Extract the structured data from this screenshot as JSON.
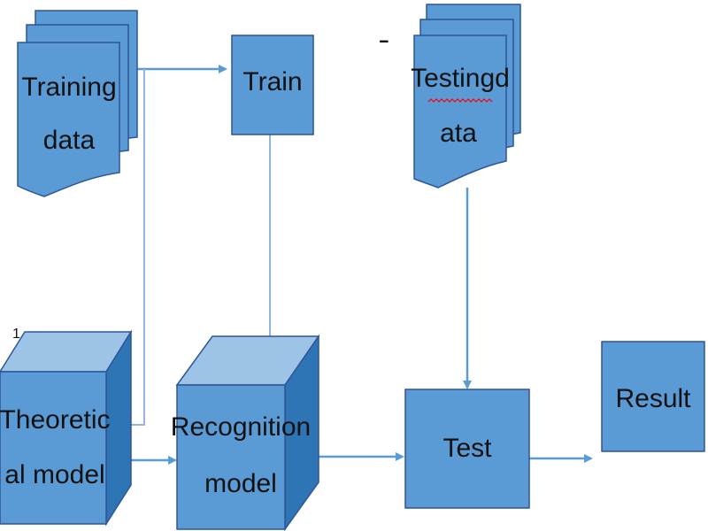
{
  "nodes": {
    "training_data": {
      "line1": "Training",
      "line2": "data"
    },
    "train": {
      "label": "Train"
    },
    "testing_data": {
      "line1": "Testingd",
      "line2": "ata"
    },
    "theoretical_model": {
      "line1": "Theoretic",
      "line2": "al model"
    },
    "recognition_model": {
      "line1": "Recognition",
      "line2": "model"
    },
    "test": {
      "label": "Test"
    },
    "result": {
      "label": "Result"
    }
  },
  "marks": {
    "dots": "......",
    "number": "1"
  },
  "colors": {
    "box_fill": "#5b9bd5",
    "box_top": "#9dc3e6",
    "box_side": "#2e75b6",
    "box_stroke": "#2f5597",
    "connector": "#5b9bd5",
    "spellcheck": "#ff0000"
  }
}
